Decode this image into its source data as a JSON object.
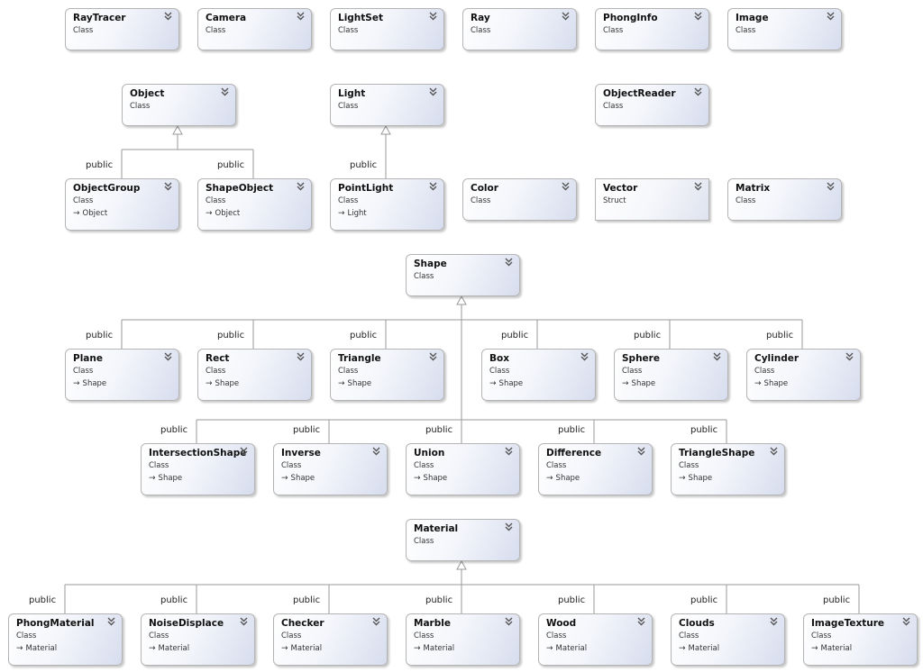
{
  "boxes": [
    {
      "id": "RayTracer",
      "name": "RayTracer",
      "kind": "Class"
    },
    {
      "id": "Camera",
      "name": "Camera",
      "kind": "Class"
    },
    {
      "id": "LightSet",
      "name": "LightSet",
      "kind": "Class"
    },
    {
      "id": "Ray",
      "name": "Ray",
      "kind": "Class"
    },
    {
      "id": "PhongInfo",
      "name": "PhongInfo",
      "kind": "Class"
    },
    {
      "id": "Image",
      "name": "Image",
      "kind": "Class"
    },
    {
      "id": "Object",
      "name": "Object",
      "kind": "Class"
    },
    {
      "id": "Light",
      "name": "Light",
      "kind": "Class"
    },
    {
      "id": "ObjectReader",
      "name": "ObjectReader",
      "kind": "Class"
    },
    {
      "id": "ObjectGroup",
      "name": "ObjectGroup",
      "kind": "Class",
      "base": "Object"
    },
    {
      "id": "ShapeObject",
      "name": "ShapeObject",
      "kind": "Class",
      "base": "Object"
    },
    {
      "id": "PointLight",
      "name": "PointLight",
      "kind": "Class",
      "base": "Light"
    },
    {
      "id": "Color",
      "name": "Color",
      "kind": "Class"
    },
    {
      "id": "Vector",
      "name": "Vector",
      "kind": "Struct"
    },
    {
      "id": "Matrix",
      "name": "Matrix",
      "kind": "Class"
    },
    {
      "id": "Shape",
      "name": "Shape",
      "kind": "Class"
    },
    {
      "id": "Plane",
      "name": "Plane",
      "kind": "Class",
      "base": "Shape"
    },
    {
      "id": "Rect",
      "name": "Rect",
      "kind": "Class",
      "base": "Shape"
    },
    {
      "id": "Triangle",
      "name": "Triangle",
      "kind": "Class",
      "base": "Shape"
    },
    {
      "id": "Box",
      "name": "Box",
      "kind": "Class",
      "base": "Shape"
    },
    {
      "id": "Sphere",
      "name": "Sphere",
      "kind": "Class",
      "base": "Shape"
    },
    {
      "id": "Cylinder",
      "name": "Cylinder",
      "kind": "Class",
      "base": "Shape"
    },
    {
      "id": "IntersectionShape",
      "name": "IntersectionShape",
      "kind": "Class",
      "base": "Shape"
    },
    {
      "id": "Inverse",
      "name": "Inverse",
      "kind": "Class",
      "base": "Shape"
    },
    {
      "id": "Union",
      "name": "Union",
      "kind": "Class",
      "base": "Shape"
    },
    {
      "id": "Difference",
      "name": "Difference",
      "kind": "Class",
      "base": "Shape"
    },
    {
      "id": "TriangleShape",
      "name": "TriangleShape",
      "kind": "Class",
      "base": "Shape"
    },
    {
      "id": "Material",
      "name": "Material",
      "kind": "Class"
    },
    {
      "id": "PhongMaterial",
      "name": "PhongMaterial",
      "kind": "Class",
      "base": "Material"
    },
    {
      "id": "NoiseDisplace",
      "name": "NoiseDisplace",
      "kind": "Class",
      "base": "Material"
    },
    {
      "id": "Checker",
      "name": "Checker",
      "kind": "Class",
      "base": "Material"
    },
    {
      "id": "Marble",
      "name": "Marble",
      "kind": "Class",
      "base": "Material"
    },
    {
      "id": "Wood",
      "name": "Wood",
      "kind": "Class",
      "base": "Material"
    },
    {
      "id": "Clouds",
      "name": "Clouds",
      "kind": "Class",
      "base": "Material"
    },
    {
      "id": "ImageTexture",
      "name": "ImageTexture",
      "kind": "Class",
      "base": "Material"
    }
  ],
  "inheritance_label": "public",
  "colors": {
    "line": "#9a9a9a",
    "text": "#111111",
    "chevron": "#555555"
  },
  "icons": {
    "expand": "double-chevron-down-icon",
    "base_arrow": "inherit-arrow-icon"
  }
}
